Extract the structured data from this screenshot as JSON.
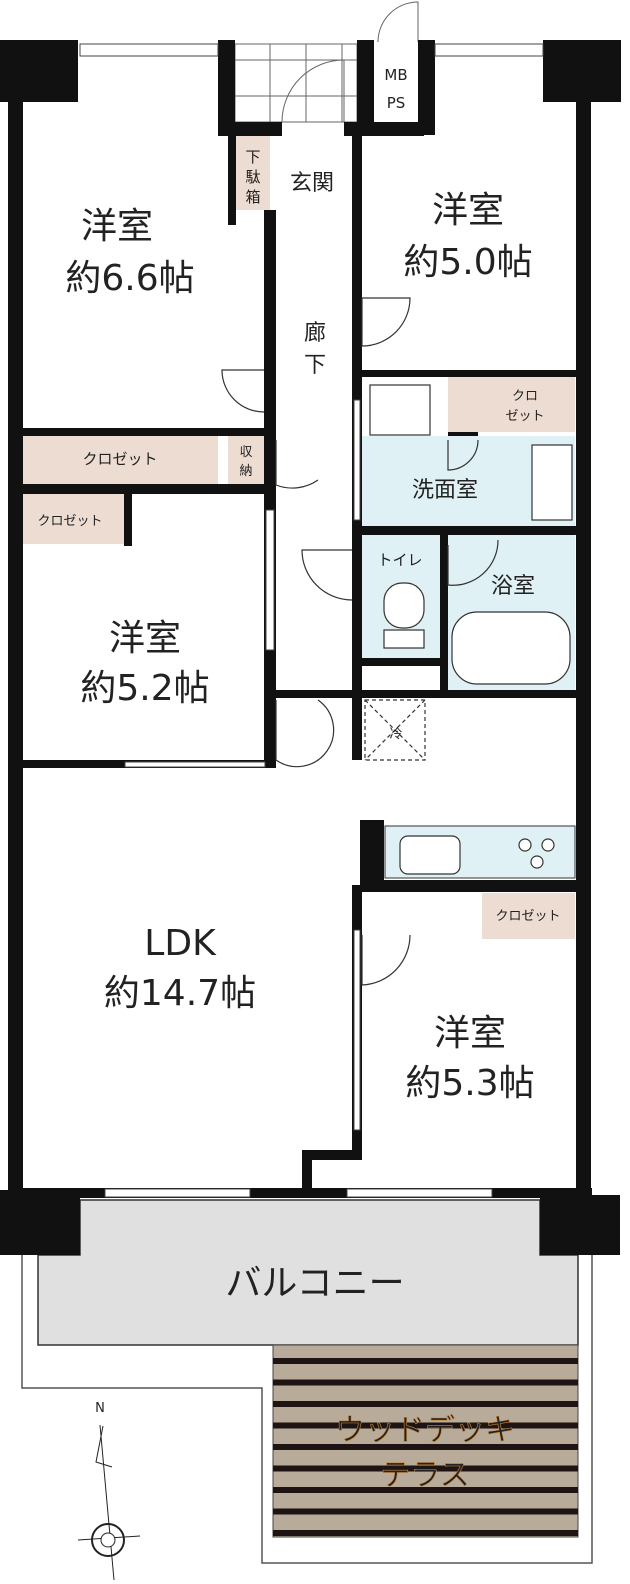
{
  "rooms": {
    "western1": {
      "name": "洋室",
      "size": "約6.6帖"
    },
    "western2": {
      "name": "洋室",
      "size": "約5.0帖"
    },
    "western3": {
      "name": "洋室",
      "size": "約5.2帖"
    },
    "western4": {
      "name": "洋室",
      "size": "約5.3帖"
    },
    "ldk": {
      "name": "LDK",
      "size": "約14.7帖"
    },
    "entrance": "玄関",
    "shoe_box": [
      "下",
      "駄",
      "箱"
    ],
    "mbps": [
      "MB",
      "PS"
    ],
    "corridor": [
      "廊",
      "下"
    ],
    "storage": [
      "収",
      "納"
    ],
    "closet": "クロゼット",
    "closet_small": [
      "クロ",
      "ゼット"
    ],
    "washroom": "洗面室",
    "toilet": "トイレ",
    "bathroom": "浴室",
    "fridge": "冷",
    "balcony": "バルコニー",
    "deck": [
      "ウッドデッキ",
      "テラス"
    ]
  },
  "compass": {
    "north": "N"
  },
  "colors": {
    "wall": "#111111",
    "closet": "#ecdcd2",
    "wet": "#dff1f4",
    "balcony": "#e0e0e0",
    "deck": "#b8ab99",
    "deck_stripe": "#1e1414"
  }
}
